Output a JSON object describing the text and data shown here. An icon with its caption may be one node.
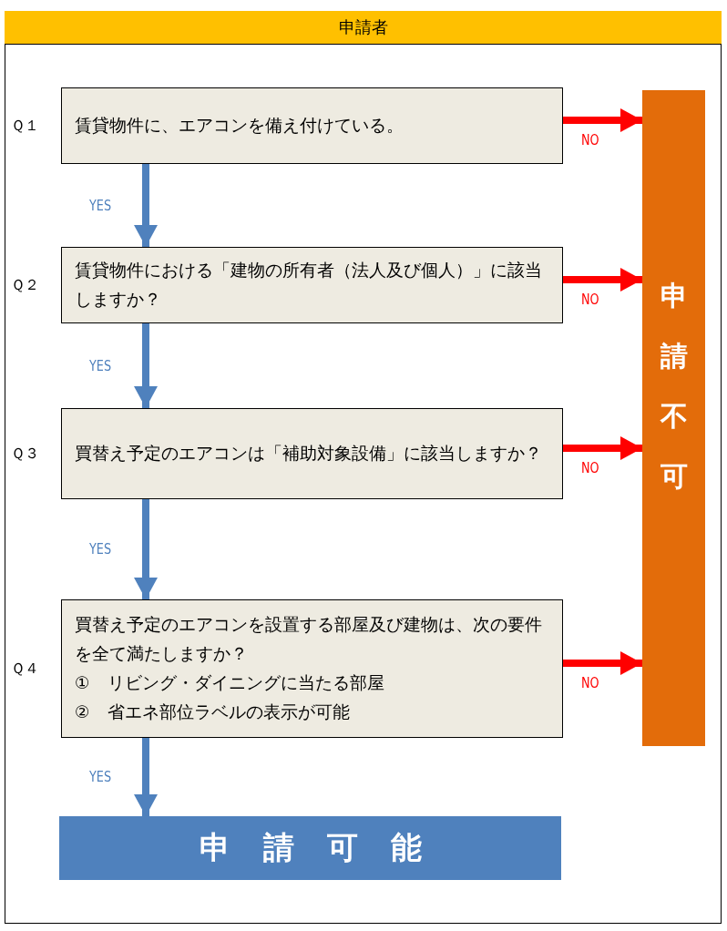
{
  "diagram": {
    "nodes": [
      {
        "text": [
          "申請者"
        ]
      },
      {
        "text": [
          "賃貸物件に、エアコンを備え付けている。"
        ],
        "beside": [
          "Ｑ１"
        ]
      },
      {
        "text": [
          "賃貸物件における「建物の所有者（法人及び個人）」に該当しますか？"
        ],
        "beside": [
          "Ｑ２"
        ]
      },
      {
        "text": [
          "買替え予定のエアコンは「補助対象設備」に該当しますか？"
        ],
        "beside": [
          "Ｑ３"
        ]
      },
      {
        "text": [
          "買替え予定のエアコンを設置する部屋及び建物は、次の要件を全て満たしますか？",
          "①　リビング・ダイニングに当たる部屋",
          "②　省エネ部位ラベルの表示が可能"
        ],
        "beside": [
          "Ｑ４"
        ]
      },
      {
        "text": [
          "申請不可"
        ]
      },
      {
        "text": [
          "申請可能"
        ]
      }
    ],
    "edges": [
      {
        "from": 1,
        "to": 2,
        "arrow": "to",
        "label": "YES",
        "color": "#4f81bd"
      },
      {
        "from": 2,
        "to": 3,
        "arrow": "to",
        "label": "YES",
        "color": "#4f81bd"
      },
      {
        "from": 3,
        "to": 4,
        "arrow": "to",
        "label": "YES",
        "color": "#4f81bd"
      },
      {
        "from": 4,
        "to": 6,
        "arrow": "to",
        "label": "YES",
        "color": "#4f81bd"
      },
      {
        "from": 1,
        "to": 5,
        "arrow": "to",
        "label": "NO",
        "color": "#ff0000"
      },
      {
        "from": 2,
        "to": 5,
        "arrow": "to",
        "label": "NO",
        "color": "#ff0000"
      },
      {
        "from": 3,
        "to": 5,
        "arrow": "to",
        "label": "NO",
        "color": "#ff0000"
      },
      {
        "from": 4,
        "to": 5,
        "arrow": "to",
        "label": "NO",
        "color": "#ff0000"
      }
    ]
  }
}
